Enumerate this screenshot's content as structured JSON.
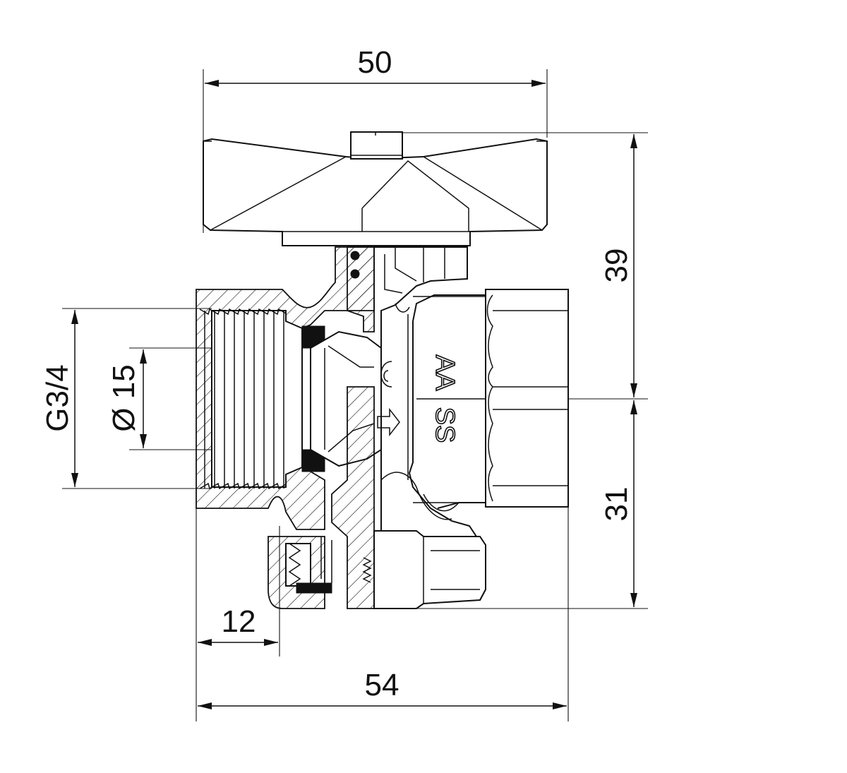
{
  "drawing": {
    "dimensions": {
      "width_top": "50",
      "height_upper": "39",
      "height_lower": "31",
      "thread": "G3/4",
      "bore": "Ø 15",
      "outlet_offset": "12",
      "length_total": "54"
    },
    "body_marking": {
      "line1": "AA",
      "line2": "SS"
    }
  }
}
